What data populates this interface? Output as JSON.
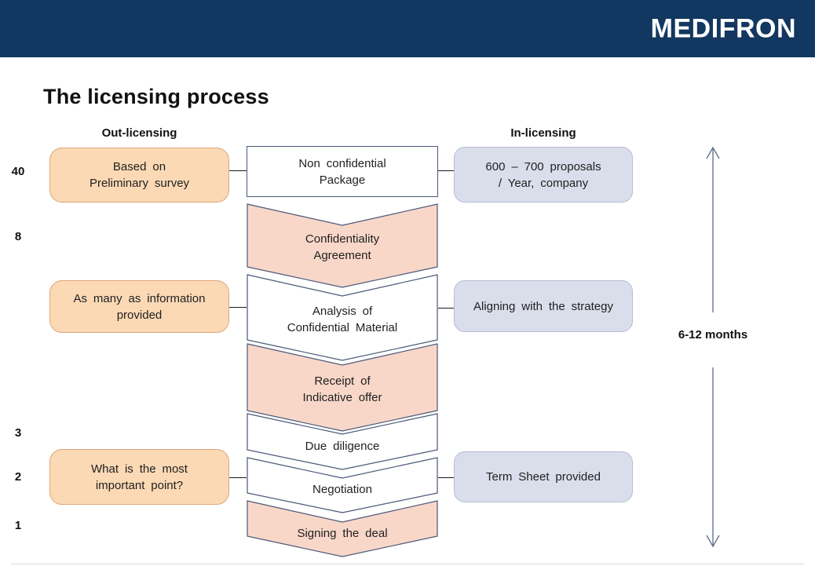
{
  "header": {
    "logo": "MEDIFRON"
  },
  "title": "The licensing process",
  "columns": {
    "out_label": "Out-licensing",
    "in_label": "In-licensing"
  },
  "counts": [
    "40",
    "8",
    "3",
    "2",
    "1"
  ],
  "steps": [
    "Non confidential\nPackage",
    "Confidentiality\nAgreement",
    "Analysis of\nConfidential Material",
    "Receipt of\nIndicative offer",
    "Due diligence",
    "Negotiation",
    "Signing the deal"
  ],
  "out_notes": [
    "Based on\nPreliminary survey",
    "As many as information\nprovided",
    "What is the most\nimportant point?"
  ],
  "in_notes": [
    "600 – 700 proposals\n/ Year, company",
    "Aligning with the strategy",
    "Term Sheet provided"
  ],
  "timeline": {
    "duration_label": "6-12 months"
  },
  "colors": {
    "header_bg": "#123760",
    "step_border": "#4a5878",
    "step_pink": "#f8d7c9",
    "step_white": "#ffffff",
    "note_orange": "#fbd9b5",
    "note_blue": "#dadeeb",
    "arrow": "#5b6b85"
  }
}
